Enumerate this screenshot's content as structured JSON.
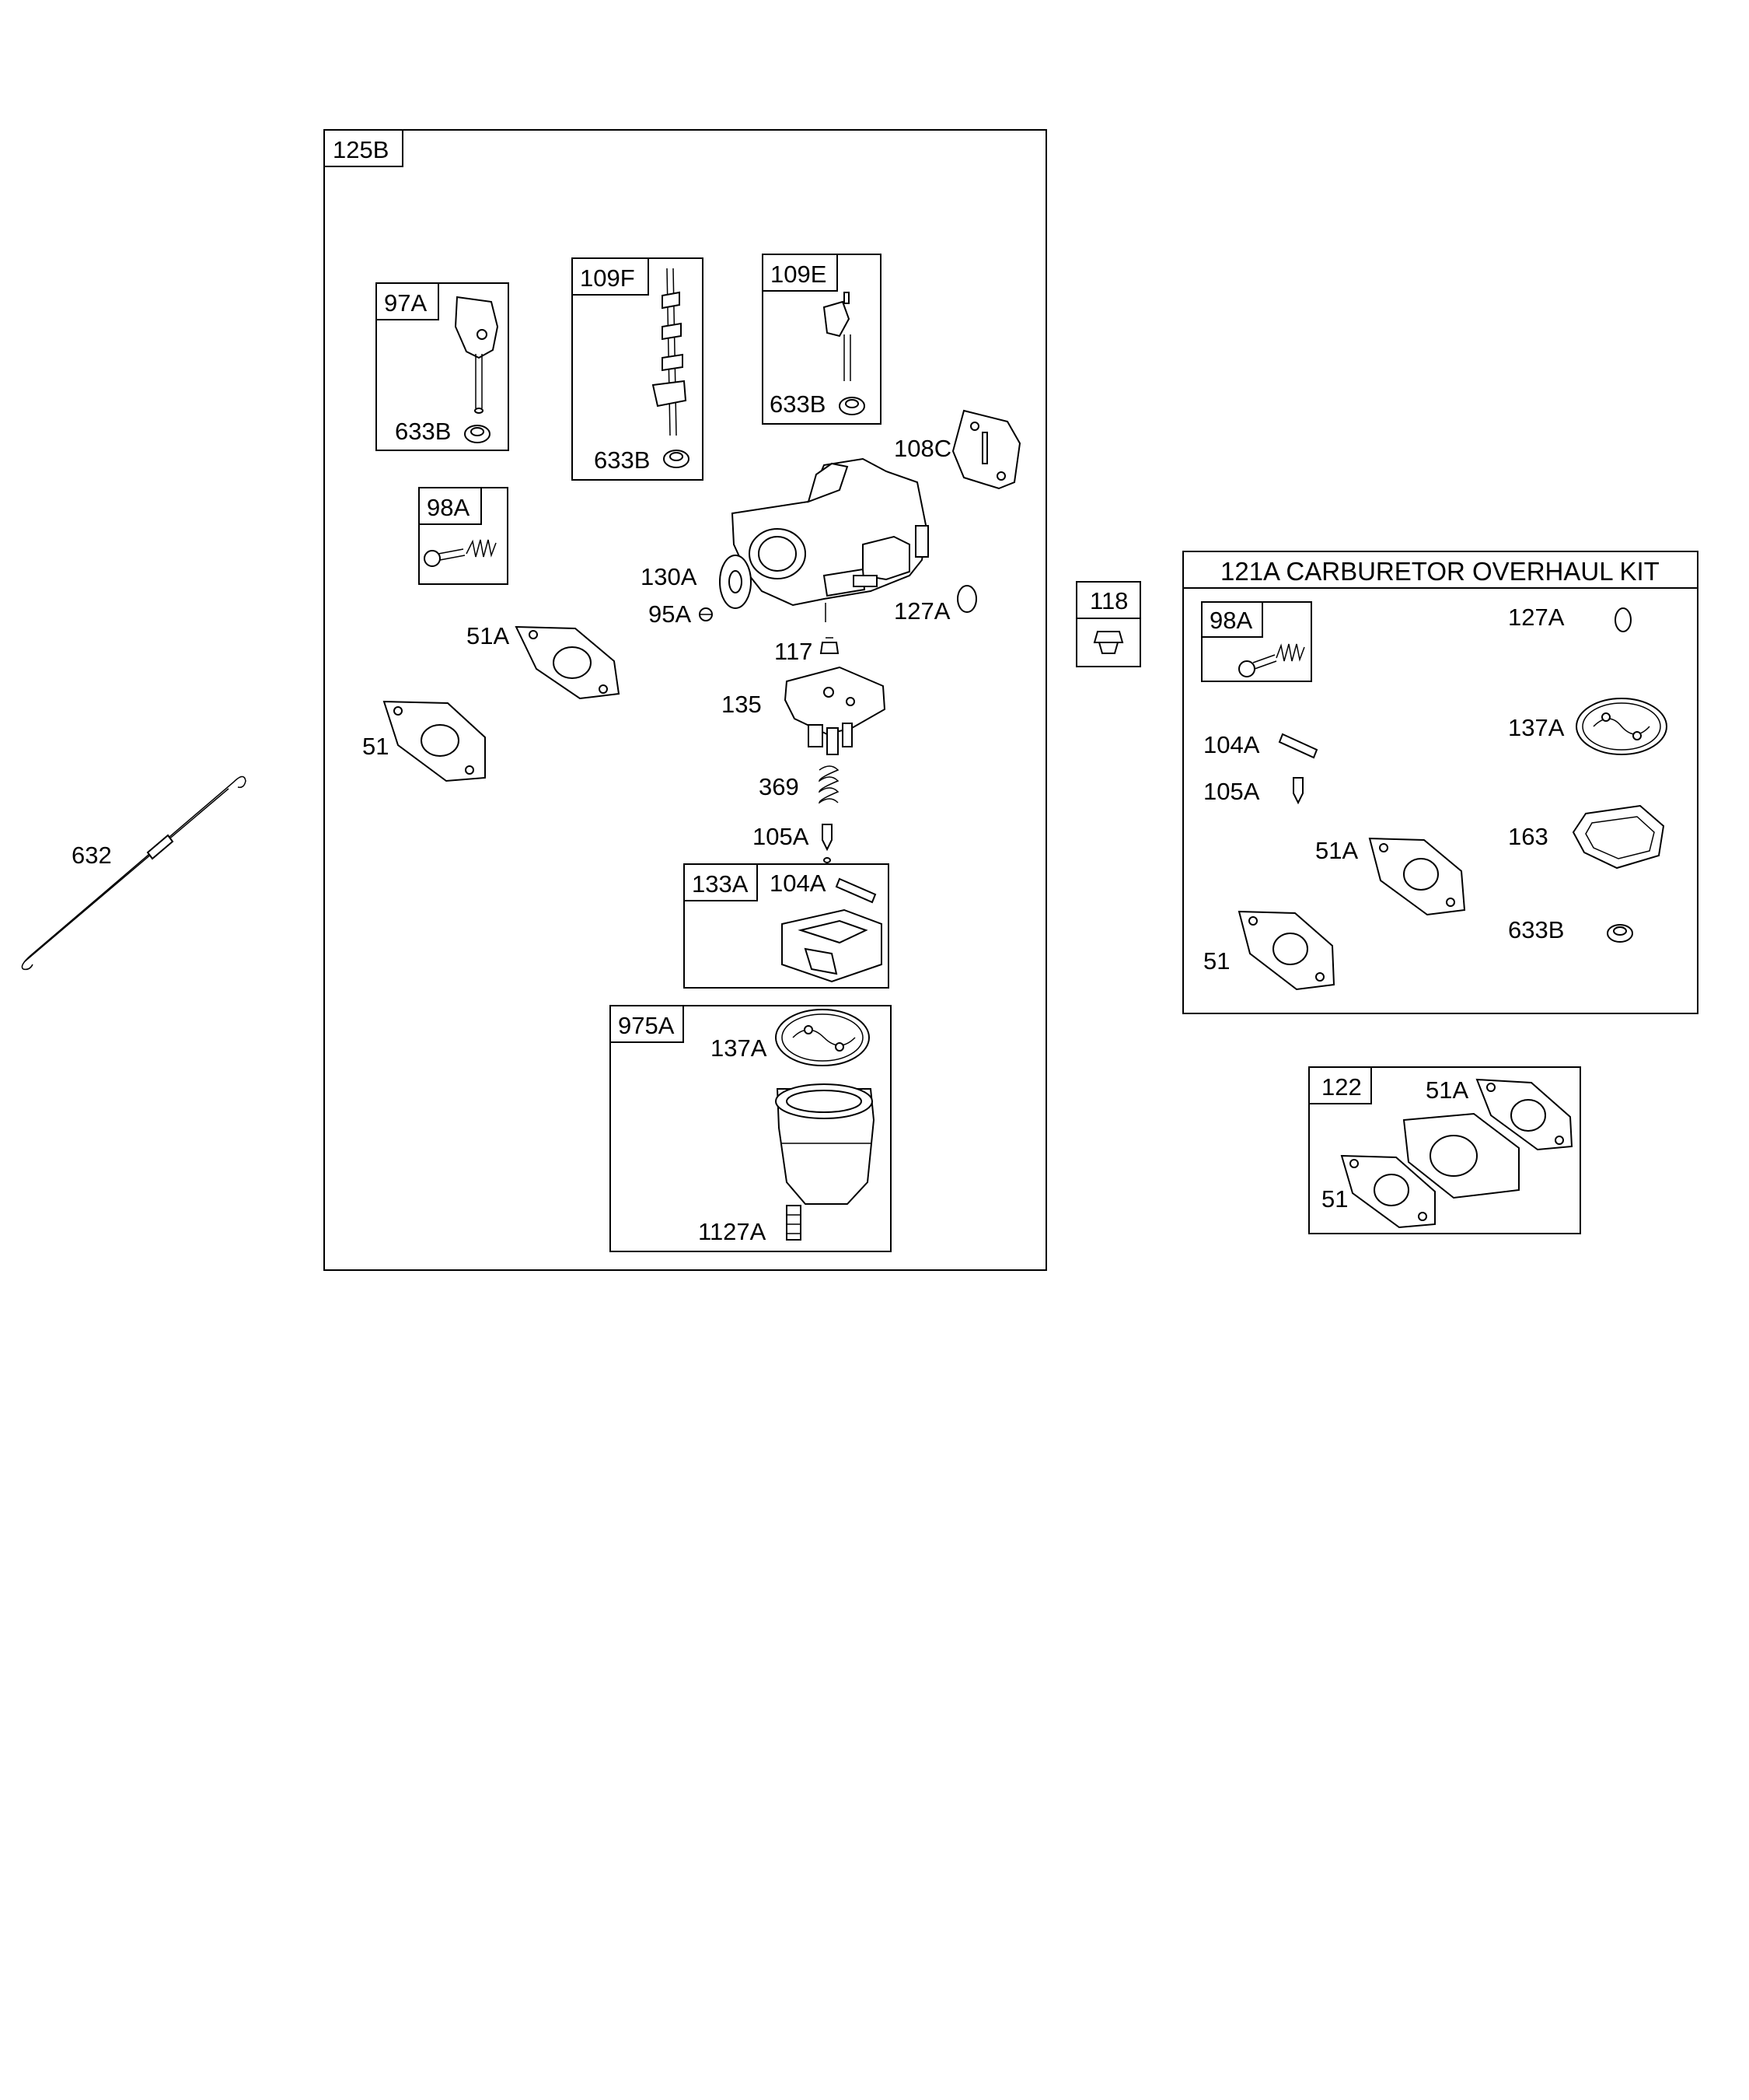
{
  "groups": {
    "main": "125B",
    "g97A": "97A",
    "g109F": "109F",
    "g109E": "109E",
    "g98A": "98A",
    "g133A": "133A",
    "g975A": "975A",
    "g118": "118",
    "kit": "121A CARBURETOR OVERHAUL KIT",
    "kit98A": "98A",
    "g122": "122"
  },
  "labels": {
    "p633B_97A": "633B",
    "p633B_109F": "633B",
    "p633B_109E": "633B",
    "p108C": "108C",
    "p130A": "130A",
    "p95A": "95A",
    "p127A": "127A",
    "p51A": "51A",
    "p51": "51",
    "p117": "117",
    "p135": "135",
    "p369": "369",
    "p105A": "105A",
    "p104A": "104A",
    "p137A": "137A",
    "p1127A": "1127A",
    "p632": "632",
    "k127A": "127A",
    "k104A": "104A",
    "k105A": "105A",
    "k137A": "137A",
    "k51A": "51A",
    "k163": "163",
    "k51": "51",
    "k633B": "633B",
    "g122_51A": "51A",
    "g122_51": "51"
  }
}
